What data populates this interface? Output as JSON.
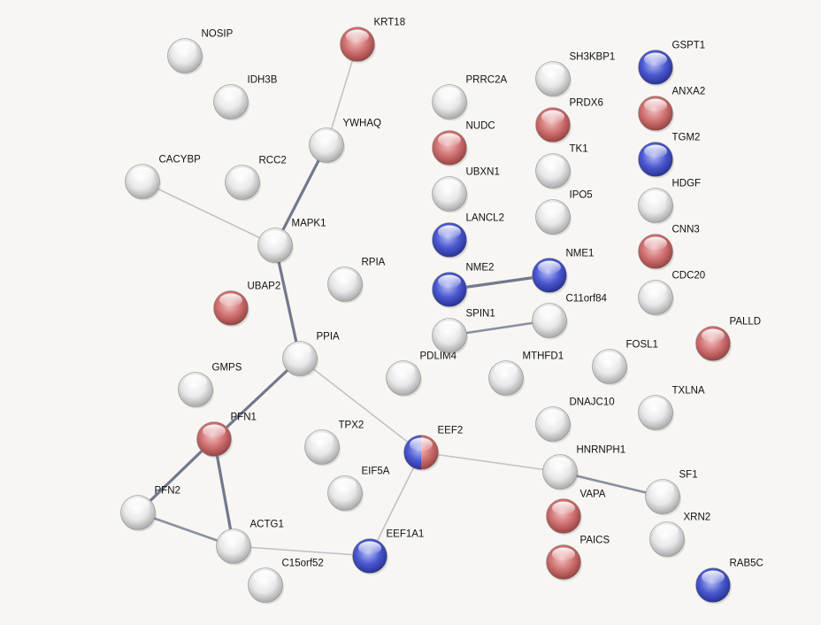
{
  "colors": {
    "background": "#f7f6f2",
    "red": "#c86060",
    "blue": "#4050c0",
    "grey": "#d6d6d6",
    "edge_strong": "#72788e",
    "edge_weak": "#c2c2c6"
  },
  "nodes": [
    {
      "id": "NOSIP",
      "label": "NOSIP",
      "color": "grey"
    },
    {
      "id": "KRT18",
      "label": "KRT18",
      "color": "red"
    },
    {
      "id": "IDH3B",
      "label": "IDH3B",
      "color": "grey"
    },
    {
      "id": "YWHAQ",
      "label": "YWHAQ",
      "color": "grey"
    },
    {
      "id": "CACYBP",
      "label": "CACYBP",
      "color": "grey"
    },
    {
      "id": "RCC2",
      "label": "RCC2",
      "color": "grey"
    },
    {
      "id": "MAPK1",
      "label": "MAPK1",
      "color": "grey"
    },
    {
      "id": "RPIA",
      "label": "RPIA",
      "color": "grey"
    },
    {
      "id": "UBAP2",
      "label": "UBAP2",
      "color": "red"
    },
    {
      "id": "PPIA",
      "label": "PPIA",
      "color": "grey"
    },
    {
      "id": "GMPS",
      "label": "GMPS",
      "color": "grey"
    },
    {
      "id": "PFN1",
      "label": "PFN1",
      "color": "red"
    },
    {
      "id": "TPX2",
      "label": "TPX2",
      "color": "grey"
    },
    {
      "id": "EIF5A",
      "label": "EIF5A",
      "color": "grey"
    },
    {
      "id": "PFN2",
      "label": "PFN2",
      "color": "grey"
    },
    {
      "id": "ACTG1",
      "label": "ACTG1",
      "color": "grey"
    },
    {
      "id": "C15orf52",
      "label": "C15orf52",
      "color": "grey"
    },
    {
      "id": "EEF1A1",
      "label": "EEF1A1",
      "color": "blue"
    },
    {
      "id": "EEF2",
      "label": "EEF2",
      "color": "split"
    },
    {
      "id": "PDLIM4",
      "label": "PDLIM4",
      "color": "grey"
    },
    {
      "id": "PRRC2A",
      "label": "PRRC2A",
      "color": "grey"
    },
    {
      "id": "NUDC",
      "label": "NUDC",
      "color": "red"
    },
    {
      "id": "UBXN1",
      "label": "UBXN1",
      "color": "grey"
    },
    {
      "id": "LANCL2",
      "label": "LANCL2",
      "color": "blue"
    },
    {
      "id": "NME2",
      "label": "NME2",
      "color": "blue"
    },
    {
      "id": "SPIN1",
      "label": "SPIN1",
      "color": "grey"
    },
    {
      "id": "MTHFD1",
      "label": "MTHFD1",
      "color": "grey"
    },
    {
      "id": "SH3KBP1",
      "label": "SH3KBP1",
      "color": "grey"
    },
    {
      "id": "PRDX6",
      "label": "PRDX6",
      "color": "red"
    },
    {
      "id": "TK1",
      "label": "TK1",
      "color": "grey"
    },
    {
      "id": "IPO5",
      "label": "IPO5",
      "color": "grey"
    },
    {
      "id": "NME1",
      "label": "NME1",
      "color": "blue"
    },
    {
      "id": "C11orf84",
      "label": "C11orf84",
      "color": "grey"
    },
    {
      "id": "DNAJC10",
      "label": "DNAJC10",
      "color": "grey"
    },
    {
      "id": "HNRNPH1",
      "label": "HNRNPH1",
      "color": "grey"
    },
    {
      "id": "VAPA",
      "label": "VAPA",
      "color": "red"
    },
    {
      "id": "PAICS",
      "label": "PAICS",
      "color": "red"
    },
    {
      "id": "GSPT1",
      "label": "GSPT1",
      "color": "blue"
    },
    {
      "id": "ANXA2",
      "label": "ANXA2",
      "color": "red"
    },
    {
      "id": "TGM2",
      "label": "TGM2",
      "color": "blue"
    },
    {
      "id": "HDGF",
      "label": "HDGF",
      "color": "grey"
    },
    {
      "id": "CNN3",
      "label": "CNN3",
      "color": "red"
    },
    {
      "id": "CDC20",
      "label": "CDC20",
      "color": "grey"
    },
    {
      "id": "FOSL1",
      "label": "FOSL1",
      "color": "grey"
    },
    {
      "id": "PALLD",
      "label": "PALLD",
      "color": "red"
    },
    {
      "id": "TXLNA",
      "label": "TXLNA",
      "color": "grey"
    },
    {
      "id": "SF1",
      "label": "SF1",
      "color": "grey"
    },
    {
      "id": "XRN2",
      "label": "XRN2",
      "color": "grey"
    },
    {
      "id": "RAB5C",
      "label": "RAB5C",
      "color": "blue"
    }
  ],
  "edges": [
    {
      "source": "KRT18",
      "target": "YWHAQ",
      "strength": "weak"
    },
    {
      "source": "YWHAQ",
      "target": "MAPK1",
      "strength": "strong"
    },
    {
      "source": "CACYBP",
      "target": "MAPK1",
      "strength": "weak"
    },
    {
      "source": "MAPK1",
      "target": "PPIA",
      "strength": "strong"
    },
    {
      "source": "PPIA",
      "target": "PFN1",
      "strength": "strong"
    },
    {
      "source": "PPIA",
      "target": "EEF2",
      "strength": "weak"
    },
    {
      "source": "PFN1",
      "target": "PFN2",
      "strength": "strong"
    },
    {
      "source": "PFN1",
      "target": "ACTG1",
      "strength": "strong"
    },
    {
      "source": "PFN2",
      "target": "ACTG1",
      "strength": "medium"
    },
    {
      "source": "ACTG1",
      "target": "EEF1A1",
      "strength": "weak"
    },
    {
      "source": "EEF1A1",
      "target": "EEF2",
      "strength": "weak"
    },
    {
      "source": "EEF2",
      "target": "HNRNPH1",
      "strength": "weak"
    },
    {
      "source": "HNRNPH1",
      "target": "SF1",
      "strength": "medium"
    },
    {
      "source": "NME2",
      "target": "NME1",
      "strength": "strong"
    },
    {
      "source": "SPIN1",
      "target": "C11orf84",
      "strength": "medium"
    }
  ]
}
